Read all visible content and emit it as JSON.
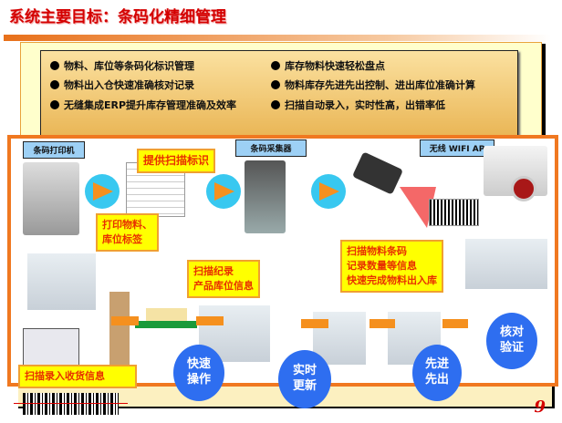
{
  "title": "系统主要目标：条码化精细管理",
  "goals": [
    "物料、库位等条码化标识管理",
    "物料出入仓快速准确核对记录",
    "无缝集成ERP提升库存管理准确及效率",
    "库存物料快速轻松盘点",
    "物料库存先进先出控制、进出库位准确计算",
    "扫描自动录入，实时性高，出错率低"
  ],
  "devices": {
    "printer": "条码打印机",
    "collector": "条码采集器",
    "wifi": "无线 WIFI AP"
  },
  "notes": {
    "provide": "提供扫描标识",
    "print": [
      "打印物料、",
      "库位标签"
    ],
    "record": [
      "扫描纪录",
      "产品库位信息"
    ],
    "scan": [
      "扫描物料条码",
      "记录数量等信息",
      "快速完成物料出入库"
    ],
    "receive": "扫描录入收货信息"
  },
  "circles": [
    [
      "快速",
      "操作"
    ],
    [
      "实时",
      "更新"
    ],
    [
      "先进",
      "先出"
    ],
    [
      "核对",
      "验证"
    ]
  ],
  "page_number": "9",
  "colors": {
    "title": "#d40000",
    "frame": "#f07820",
    "note_bg": "#ffff00",
    "circle": "#2e6ef0"
  }
}
